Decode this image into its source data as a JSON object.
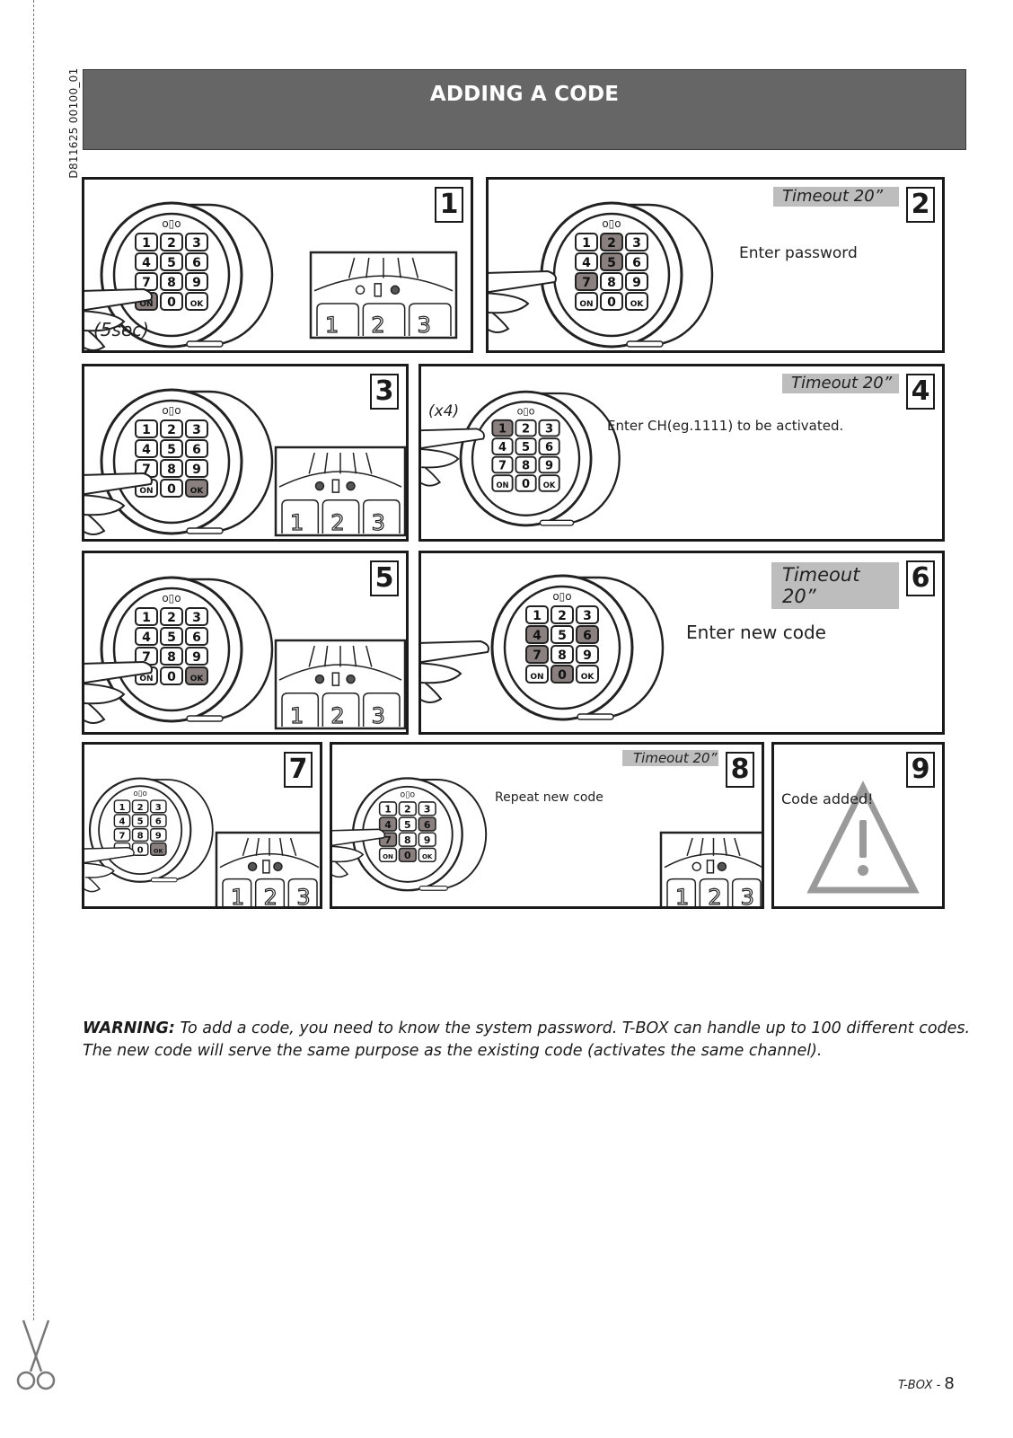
{
  "page": {
    "doc_id": "D811625 00100_01",
    "title": "ADDING A CODE",
    "warning_label": "WARNING:",
    "warning_text": " To add a code, you need to know the system password. T-BOX can handle up to 100 different codes. The new code will serve the same purpose as the existing code (activates the same channel).",
    "footer_brand": "T-BOX -",
    "footer_page": "8"
  },
  "keypad": {
    "rows": [
      [
        "1",
        "2",
        "3"
      ],
      [
        "4",
        "5",
        "6"
      ],
      [
        "7",
        "8",
        "9"
      ],
      [
        "ON",
        "0",
        "OK"
      ]
    ],
    "led_glyph": "o▯o"
  },
  "display": {
    "buttons": [
      "1",
      "2",
      "3"
    ]
  },
  "steps": [
    {
      "number": "1",
      "timeout": "",
      "instruction": "",
      "note": "(5sec)"
    },
    {
      "number": "2",
      "timeout": "Timeout 20”",
      "instruction": "Enter password",
      "note": ""
    },
    {
      "number": "3",
      "timeout": "",
      "instruction": "",
      "note": ""
    },
    {
      "number": "4",
      "timeout": "Timeout 20”",
      "instruction": "Enter CH(eg.1111) to be activated.",
      "note": "(x4)"
    },
    {
      "number": "5",
      "timeout": "",
      "instruction": "",
      "note": ""
    },
    {
      "number": "6",
      "timeout": "Timeout 20”",
      "instruction": "Enter new code",
      "note": ""
    },
    {
      "number": "7",
      "timeout": "",
      "instruction": "",
      "note": ""
    },
    {
      "number": "8",
      "timeout": "Timeout 20”",
      "instruction": "Repeat new code",
      "note": ""
    },
    {
      "number": "9",
      "timeout": "",
      "instruction": "Code added!",
      "note": ""
    }
  ],
  "colors": {
    "header_bg": "#666666",
    "pressed_key": "#8a8080",
    "timeout_bg": "#bdbdbd"
  },
  "icons": [
    "scissors-icon",
    "warning-triangle-icon",
    "keypad-icon",
    "hand-icon"
  ]
}
